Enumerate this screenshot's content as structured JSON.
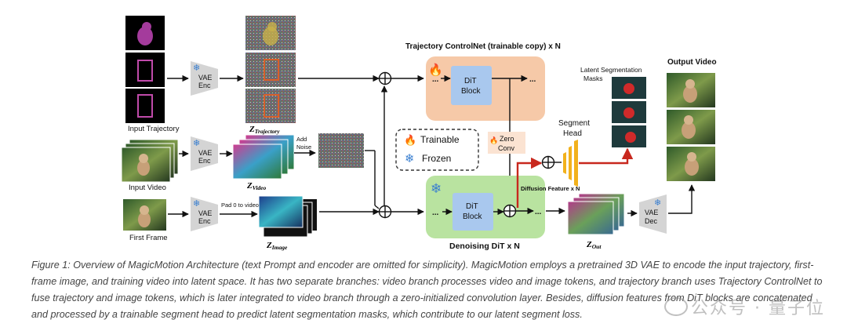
{
  "figure": {
    "input_trajectory_label": "Input Trajectory",
    "input_video_label": "Input Video",
    "first_frame_label": "First Frame",
    "vae_enc_line1": "VAE",
    "vae_enc_line2": "Enc",
    "vae_dec_line1": "VAE",
    "vae_dec_line2": "Dec",
    "z_trajectory": "Z",
    "z_trajectory_sub": "Trajectory",
    "z_video": "Z",
    "z_video_sub": "Video",
    "z_image": "Z",
    "z_image_sub": "Image",
    "z_out": "Z",
    "z_out_sub": "Out",
    "add_noise_line1": "Add",
    "add_noise_line2": "Noise",
    "pad_label": "Pad 0 to video",
    "controlnet_title": "Trajectory ControlNet (trainable copy) x N",
    "dit_line1": "DiT",
    "dit_line2": "Block",
    "ellipsis": "...",
    "legend_trainable": "Trainable",
    "legend_frozen": "Frozen",
    "zero_conv_line1": "Zero",
    "zero_conv_line2": "Conv",
    "segment_head_line1": "Segment",
    "segment_head_line2": "Head",
    "diffusion_feature": "Diffusion Feature x N",
    "denoising_label": "Denoising DiT x N",
    "latent_seg_line1": "Latent Segmentation",
    "latent_seg_line2": "Masks",
    "output_video_label": "Output Video"
  },
  "caption": "Figure 1: Overview of MagicMotion Architecture (text Prompt and encoder are omitted for simplicity). MagicMotion employs a pretrained 3D VAE to encode the input trajectory, first-frame image, and training video into latent space. It has two separate branches: video branch processes video and image tokens, and trajectory branch uses Trajectory ControlNet to fuse trajectory and image tokens, which is later integrated to video branch through a zero-initialized convolution layer. Besides, diffusion features from DiT blocks are concatenated and processed by a trainable segment head to predict latent segmentation masks, which contribute to our latent segment loss.",
  "watermark": "公众号 · 量子位",
  "colors": {
    "controlnet_bg": "#f6c9a8",
    "denoising_bg": "#b9e3a0",
    "dit_block": "#a9c8ee",
    "vae": "#d4d4d4",
    "segment_head": "#f2b11c",
    "red_path": "#c8281e",
    "zero_conv_bg": "#fbe3d2"
  }
}
